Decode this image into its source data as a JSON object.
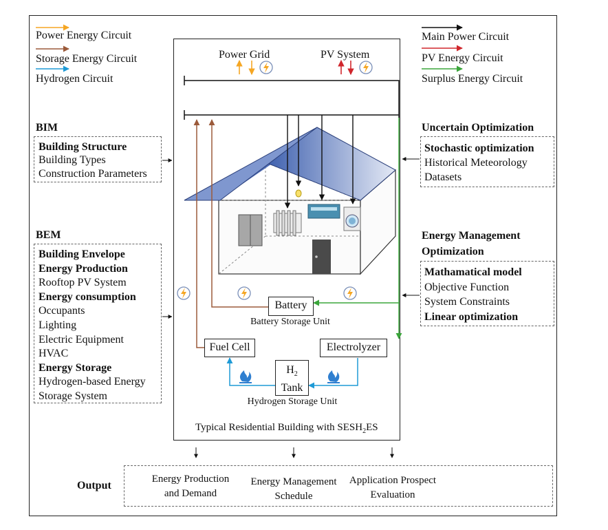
{
  "legend_left": [
    {
      "label": "Power Energy Circuit",
      "color": "#f5a623"
    },
    {
      "label": "Storage Energy Circuit",
      "color": "#9b5a3a"
    },
    {
      "label": "Hydrogen  Circuit",
      "color": "#1e9ad6"
    }
  ],
  "legend_right": [
    {
      "label": "Main Power Circuit",
      "color": "#111111"
    },
    {
      "label": "PV Energy Circuit",
      "color": "#d0262c"
    },
    {
      "label": "Surplus Energy Circuit",
      "color": "#3aa53a"
    }
  ],
  "top": {
    "power_grid": "Power Grid",
    "pv_system": "PV System"
  },
  "bim": {
    "heading": "BIM",
    "box_title": "Building Structure",
    "items": [
      "Building Types",
      "Construction Parameters"
    ]
  },
  "bem": {
    "heading": "BEM",
    "lines": [
      {
        "text": "Building Envelope",
        "bold": true
      },
      {
        "text": "Energy Production",
        "bold": true
      },
      {
        "text": "Rooftop PV System",
        "bold": false
      },
      {
        "text": "Energy consumption",
        "bold": true
      },
      {
        "text": "Occupants",
        "bold": false
      },
      {
        "text": "Lighting",
        "bold": false
      },
      {
        "text": "Electric Equipment",
        "bold": false
      },
      {
        "text": "HVAC",
        "bold": false
      },
      {
        "text": "Energy Storage",
        "bold": true
      },
      {
        "text": "Hydrogen-based Energy",
        "bold": false
      },
      {
        "text": "Storage System",
        "bold": false
      }
    ]
  },
  "uncertain": {
    "heading": "Uncertain Optimization",
    "box_title": "Stochastic optimization",
    "items": [
      "Historical Meteorology",
      "Datasets"
    ]
  },
  "emo": {
    "heading_line1": "Energy Management",
    "heading_line2": "Optimization",
    "lines": [
      {
        "text": "Mathamatical model",
        "bold": true
      },
      {
        "text": "Objective Function",
        "bold": false
      },
      {
        "text": "System Constraints",
        "bold": false
      },
      {
        "text": "Linear optimization",
        "bold": true
      }
    ]
  },
  "components": {
    "battery": "Battery",
    "battery_caption": "Battery Storage Unit",
    "fuel_cell": "Fuel Cell",
    "electrolyzer": "Electrolyzer",
    "tank_h": "H",
    "tank_sub": "2",
    "tank_label": "Tank",
    "hydrogen_caption": "Hydrogen Storage Unit"
  },
  "building_caption": {
    "prefix": "Typical Residential Building with SESH",
    "sub": "2",
    "suffix": "ES"
  },
  "output": {
    "label": "Output",
    "items": [
      {
        "line1": "Energy Production",
        "line2": "and Demand"
      },
      {
        "line1": "Energy Management",
        "line2": "Schedule"
      },
      {
        "line1": "Application Prospect",
        "line2": "Evaluation"
      }
    ]
  }
}
